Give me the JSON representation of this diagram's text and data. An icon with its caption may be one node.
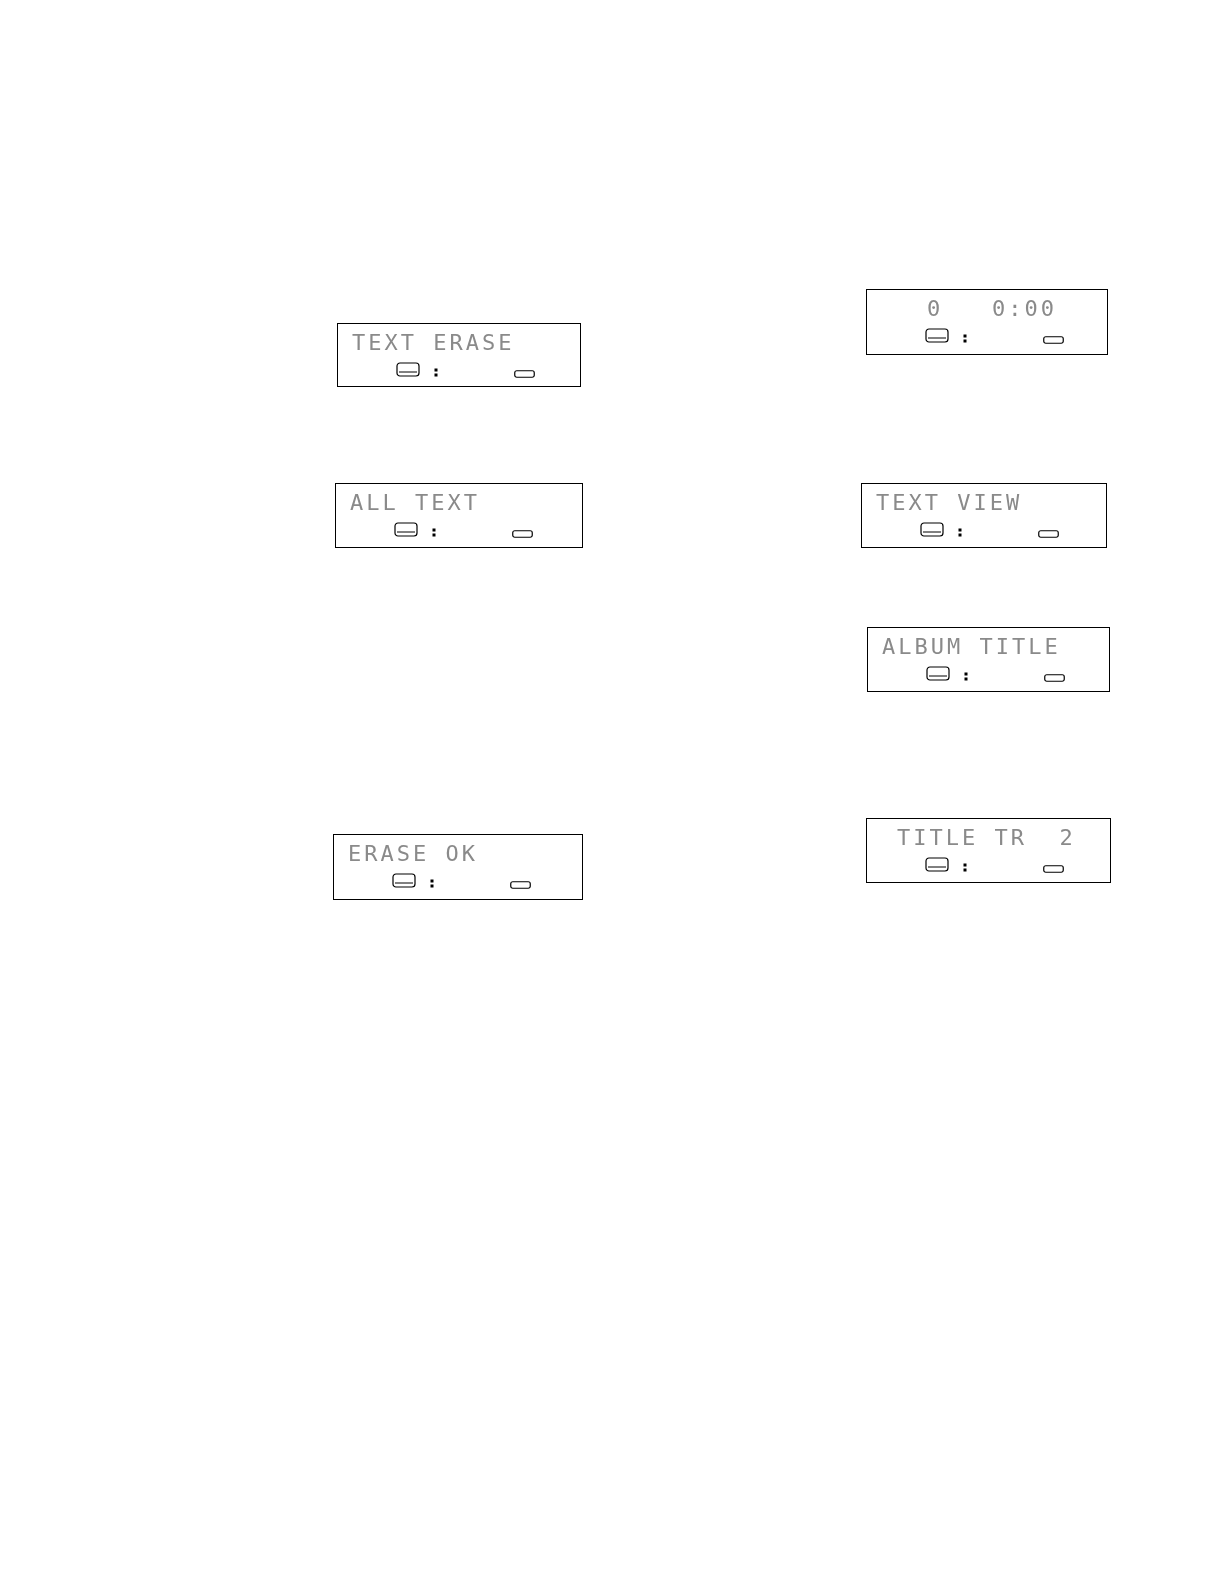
{
  "diagram": {
    "nodes": [
      {
        "text": [
          "TEXT ERASE"
        ]
      },
      {
        "text": [
          "ALL TEXT"
        ]
      },
      {
        "text": [
          "ERASE OK"
        ]
      },
      {
        "text": [
          "0   0:00"
        ]
      },
      {
        "text": [
          "TEXT VIEW"
        ]
      },
      {
        "text": [
          "ALBUM TITLE"
        ]
      },
      {
        "text": [
          "TITLE TR  2"
        ]
      }
    ]
  }
}
